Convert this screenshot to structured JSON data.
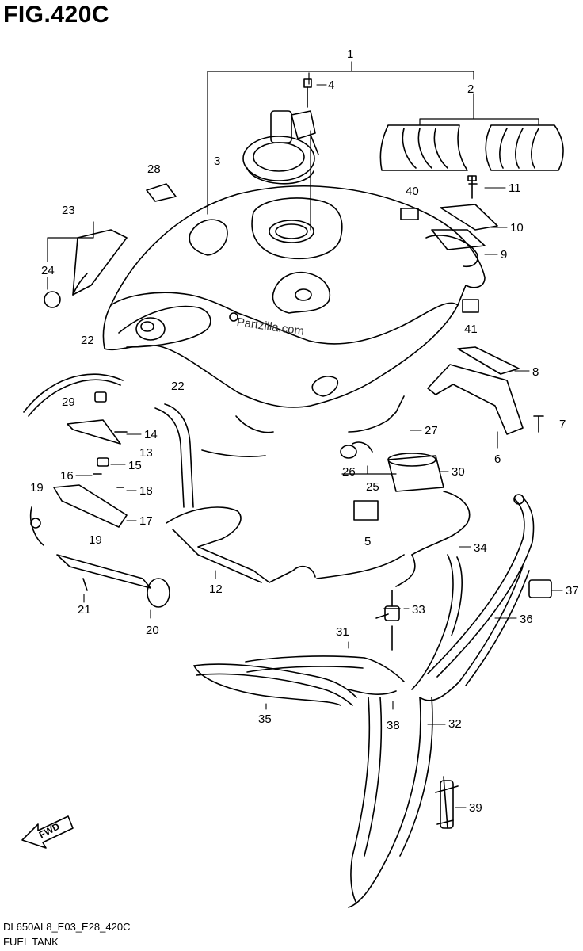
{
  "figure": {
    "title": "FIG.420C",
    "watermark": "Partzilla.com",
    "code": "DL650AL8_E03_E28_420C",
    "name": "FUEL TANK",
    "fwd": "FWD"
  },
  "callouts": [
    "1",
    "2",
    "3",
    "4",
    "5",
    "6",
    "7",
    "8",
    "9",
    "10",
    "11",
    "12",
    "13",
    "14",
    "15",
    "16",
    "17",
    "18",
    "19",
    "19",
    "20",
    "21",
    "22",
    "22",
    "23",
    "24",
    "25",
    "26",
    "27",
    "28",
    "29",
    "30",
    "31",
    "32",
    "33",
    "34",
    "35",
    "36",
    "37",
    "38",
    "39",
    "40",
    "41"
  ]
}
